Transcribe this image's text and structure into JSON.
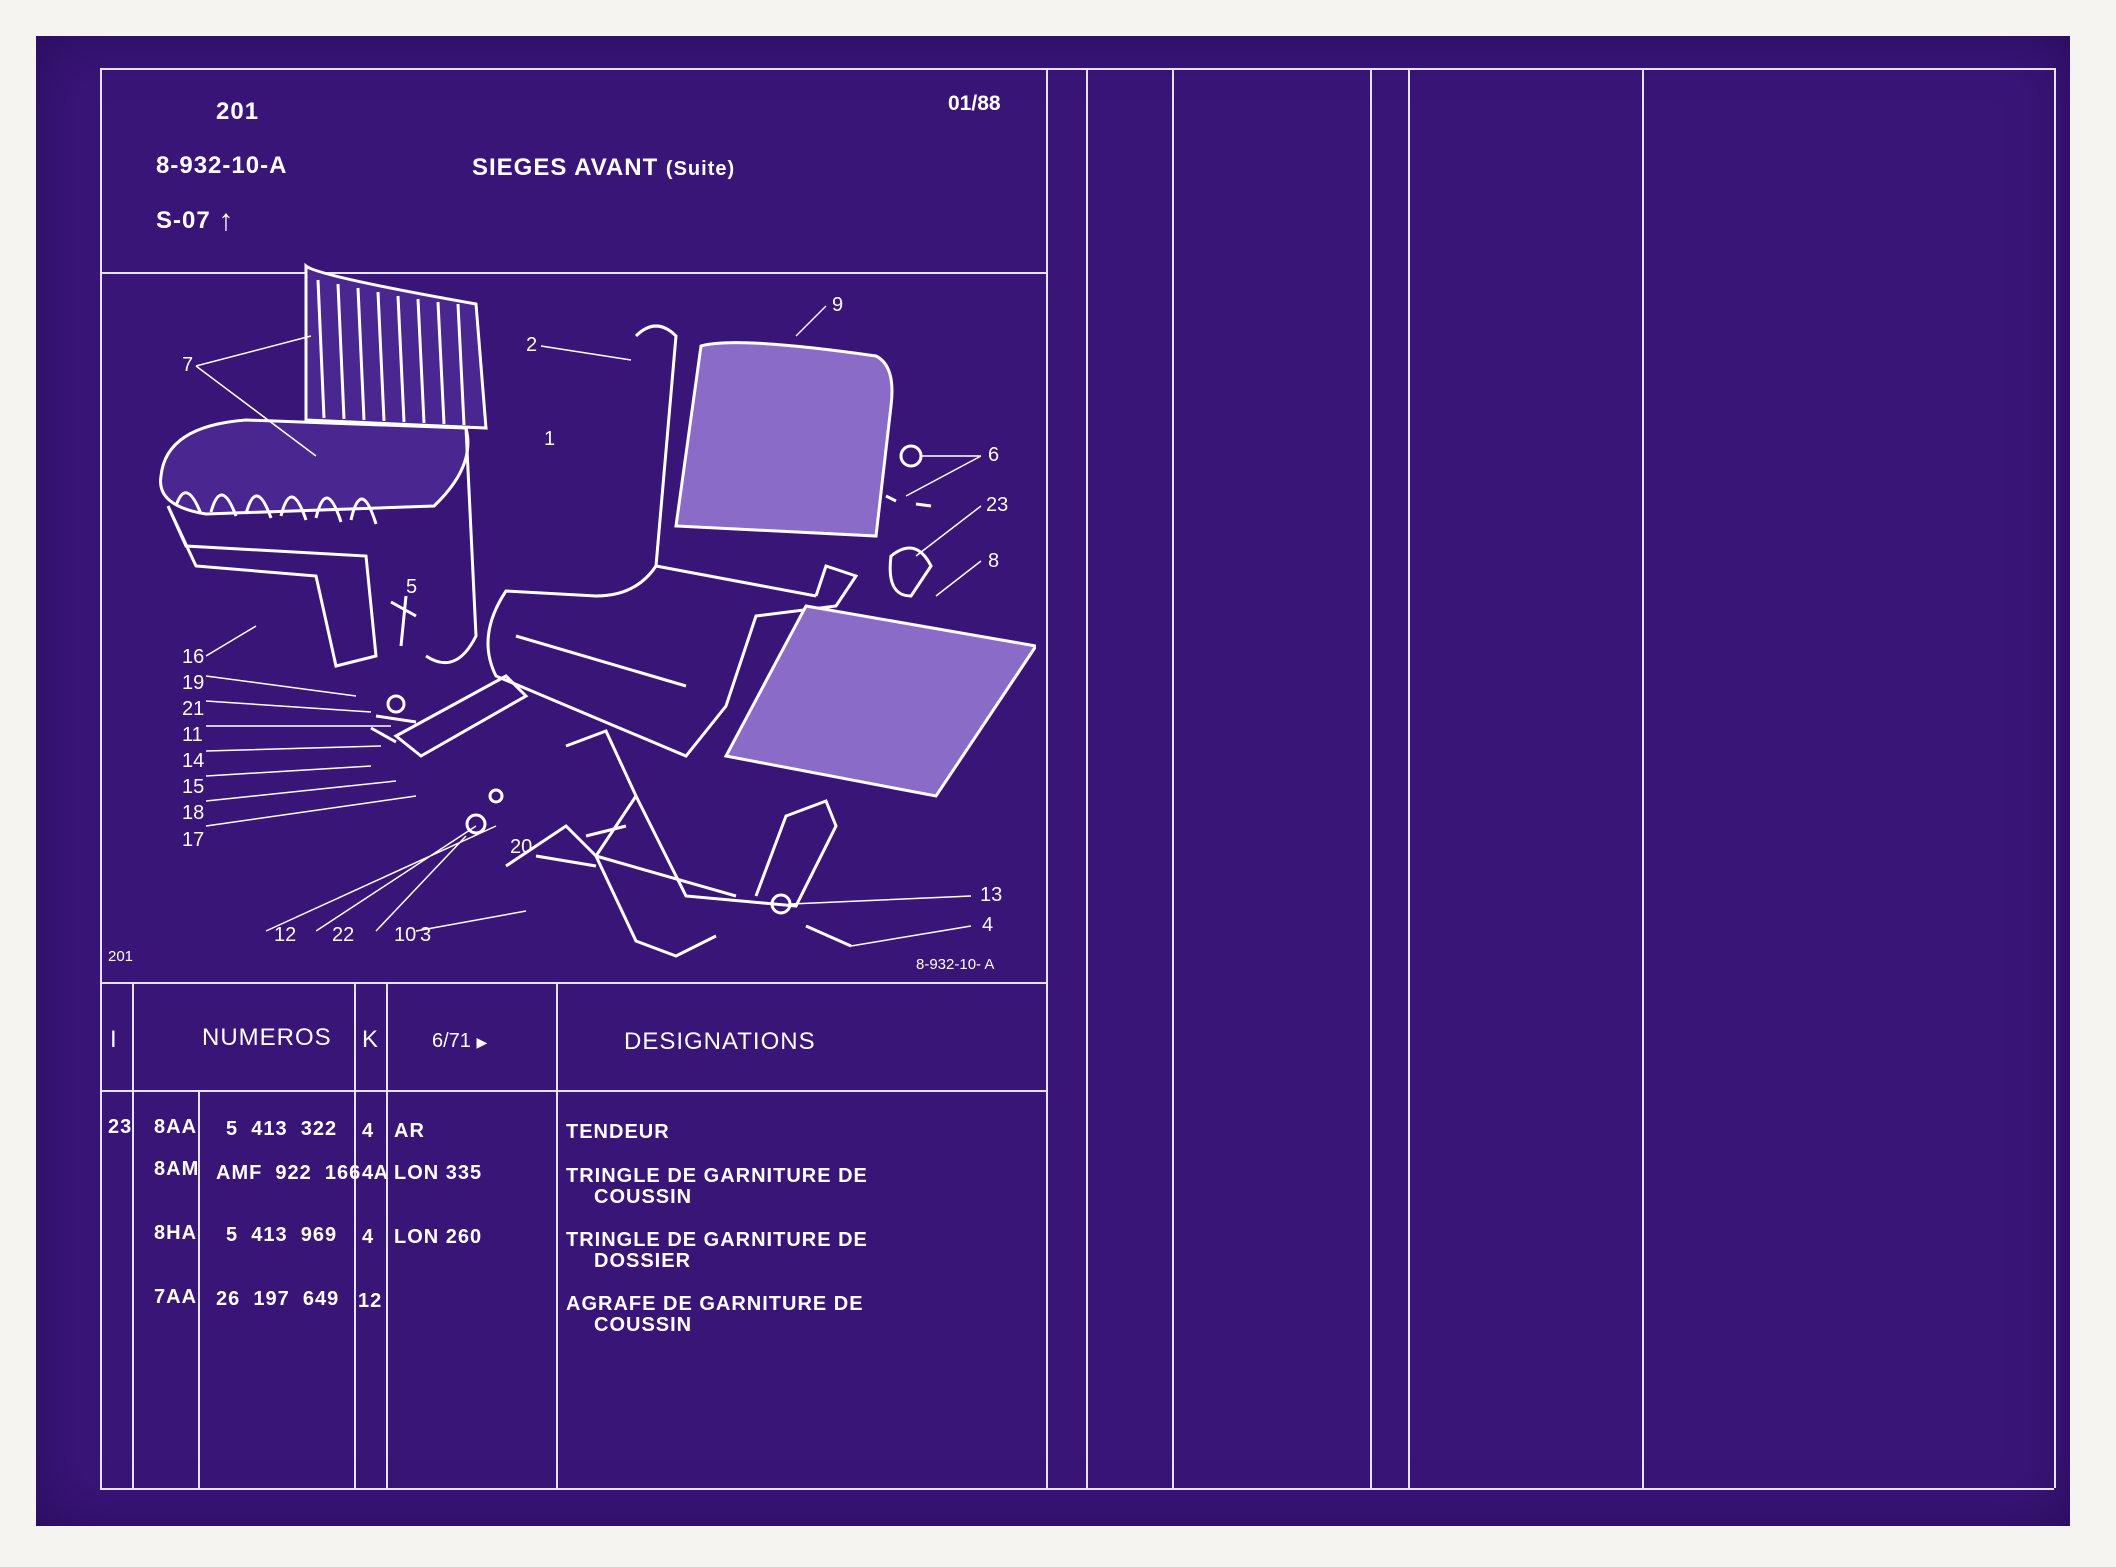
{
  "header": {
    "page_number": "201",
    "date": "01/88",
    "reference": "8-932-10-A",
    "title": "SIEGES AVANT",
    "title_suffix": "(Suite)",
    "series": "S-07"
  },
  "figure": {
    "corner_left": "201",
    "corner_right": "8-932-10- A",
    "callouts": [
      "7",
      "2",
      "9",
      "1",
      "6",
      "23",
      "8",
      "5",
      "16",
      "19",
      "21",
      "11",
      "14",
      "15",
      "18",
      "17",
      "20",
      "13",
      "4",
      "12",
      "22",
      "10",
      "3"
    ]
  },
  "table": {
    "columns": [
      "I",
      "NUMEROS",
      "K",
      "6/71",
      "DESIGNATIONS"
    ],
    "rows": [
      {
        "index": "23",
        "code": "8AA",
        "number": "5  413  322",
        "k": "4",
        "variant": "AR",
        "designation": [
          "TENDEUR"
        ]
      },
      {
        "index": "",
        "code": "8AM",
        "number": "AMF  922  166  A",
        "k": "4",
        "variant": "LON 335",
        "designation": [
          "TRINGLE DE GARNITURE DE",
          "COUSSIN"
        ]
      },
      {
        "index": "",
        "code": "8HA",
        "number": "5  413  969",
        "k": "4",
        "variant": "LON 260",
        "designation": [
          "TRINGLE DE GARNITURE DE",
          "DOSSIER"
        ]
      },
      {
        "index": "",
        "code": "7AA",
        "number": "26  197  649",
        "k": "12",
        "variant": "",
        "designation": [
          "AGRAFE DE GARNITURE DE",
          "COUSSIN"
        ]
      }
    ]
  },
  "colors": {
    "background": "#3a1578",
    "ink": "#ffffff"
  }
}
